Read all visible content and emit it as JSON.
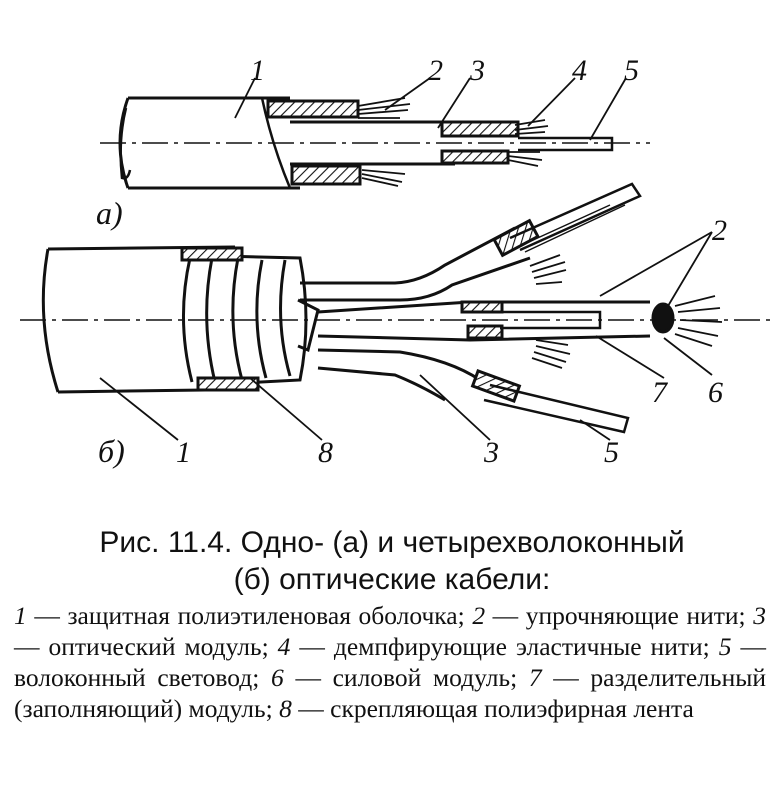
{
  "figure": {
    "labels": {
      "a": [
        "1",
        "2",
        "3",
        "4",
        "5"
      ],
      "b": [
        "2",
        "6",
        "7",
        "1",
        "8",
        "3",
        "5"
      ]
    },
    "part_a": "a)",
    "part_b": "б)"
  },
  "caption": {
    "line1": "Рис. 11.4. Одно- (а) и четырехволоконный",
    "line2": "(б) оптические кабели:"
  },
  "legend": [
    {
      "num": "1",
      "text": " — защитная полиэтиленовая оболочка; "
    },
    {
      "num": "2",
      "text": " — упрочняющие нити; "
    },
    {
      "num": "3",
      "text": " — оптический модуль; "
    },
    {
      "num": "4",
      "text": " — демпфирующие эластичные нити; "
    },
    {
      "num": "5",
      "text": " — волоконный световод; "
    },
    {
      "num": "6",
      "text": " — силовой модуль; "
    },
    {
      "num": "7",
      "text": " — разделительный (заполняющий) модуль; "
    },
    {
      "num": "8",
      "text": " — скрепляющая полиэфирная лента"
    }
  ]
}
